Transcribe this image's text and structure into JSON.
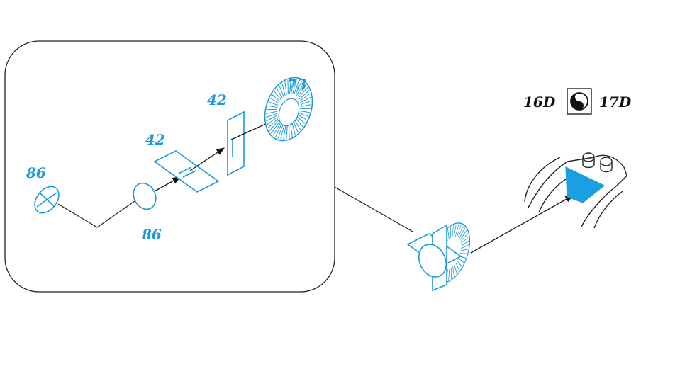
{
  "parts": {
    "p86_top": "86",
    "p86_bottom": "86",
    "p42_left": "42",
    "p42_right": "42",
    "p73": "73"
  },
  "callout": {
    "left": "16D",
    "right": "17D",
    "symbol": "yin-yang-icon"
  },
  "colors": {
    "part_blue": "#1a9ad6",
    "fill_blue": "#1aa0e0",
    "line": "#222222"
  }
}
